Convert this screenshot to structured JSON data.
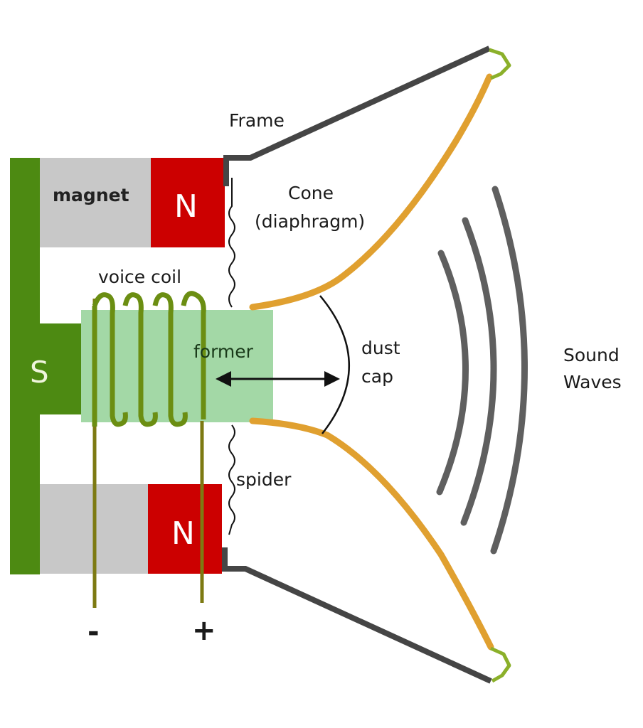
{
  "title": "Loudspeaker cross-section",
  "labels": {
    "frame": "Frame",
    "cone_line1": "Cone",
    "cone_line2": "(diaphragm)",
    "magnet": "magnet",
    "north_top": "N",
    "north_bottom": "N",
    "south": "S",
    "voice_coil": "voice coil",
    "former": "former",
    "dust_cap_line1": "dust",
    "dust_cap_line2": "cap",
    "spider": "spider",
    "sound_waves_line1": "Sound",
    "sound_waves_line2": "Waves",
    "terminal_negative": "-",
    "terminal_positive": "+"
  },
  "colors": {
    "pole_piece": "#4d8a12",
    "magnet_body": "#c8c8c8",
    "north_pole": "#cc0000",
    "former": "#a3d8a6",
    "coil": "#6b8e12",
    "lead_wire": "#7d7a12",
    "frame": "#454545",
    "cone": "#e0a030",
    "surround": "#8bb02a",
    "waves": "#5f5f5f"
  }
}
